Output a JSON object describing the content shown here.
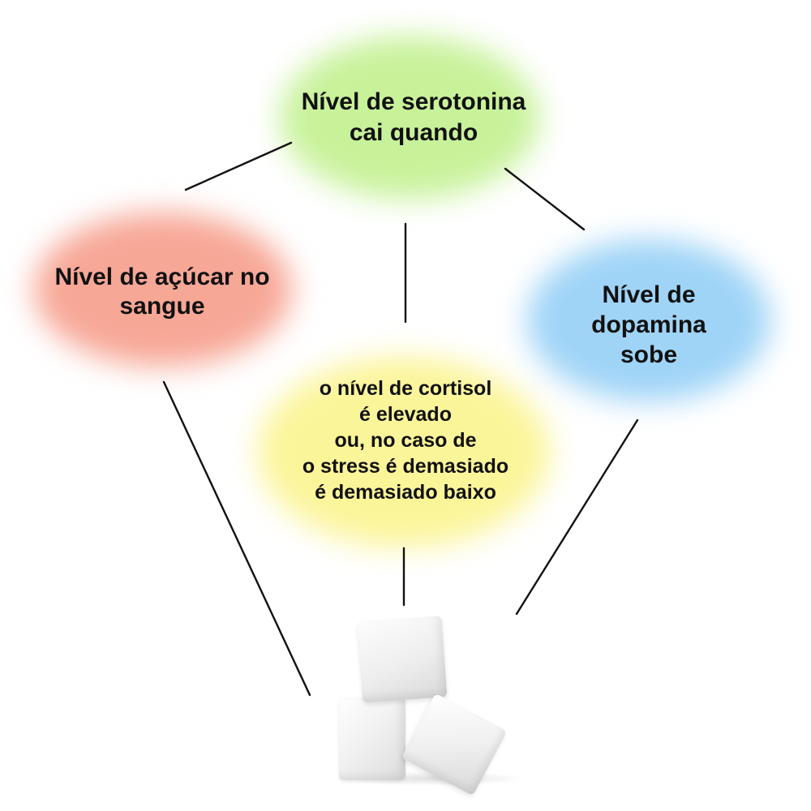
{
  "nodes": {
    "serotonin": {
      "lines": [
        "Nível de serotonina",
        "cai quando"
      ],
      "color": "#c8f29a"
    },
    "blood_sugar": {
      "lines": [
        "Nível de açúcar no",
        "sangue"
      ],
      "color": "#f7a796"
    },
    "dopamine": {
      "lines": [
        "Nível de",
        "dopamina",
        "sobe"
      ],
      "color": "#9fd4f7"
    },
    "cortisol": {
      "lines": [
        "o nível de cortisol",
        "é elevado",
        "ou, no caso de",
        "o stress é demasiado",
        "é demasiado baixo"
      ],
      "color": "#fbf59a"
    }
  },
  "image": {
    "subject": "sugar-cubes"
  }
}
